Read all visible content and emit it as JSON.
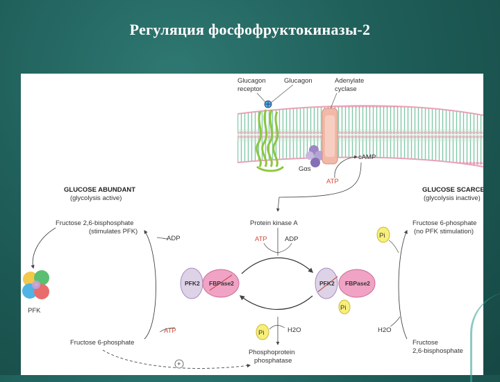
{
  "title": "Регуляция фосфофруктокиназы-2",
  "labels": {
    "glucagon_receptor_1": "Glucagon",
    "glucagon_receptor_2": "receptor",
    "glucagon": "Glucagon",
    "adenylate_cyclase_1": "Adenylate",
    "adenylate_cyclase_2": "cyclase",
    "gas": "Gαs",
    "camp": "cAMP",
    "atp_membrane": "ATP",
    "glucose_abundant": "GLUCOSE ABUNDANT",
    "glycolysis_active": "(glycolysis active)",
    "glucose_scarce": "GLUCOSE SCARCE",
    "glycolysis_inactive": "(glycolysis inactive)",
    "f26bp_left_1": "Fructose 2,6-bisphosphate",
    "f26bp_left_2": "(stimulates PFK)",
    "f6p_right_1": "Fructose 6-phosphate",
    "f6p_right_2": "(no PFK stimulation)",
    "protein_kinase_a": "Protein kinase A",
    "atp_pka": "ATP",
    "adp_pka": "ADP",
    "adp_left": "ADP",
    "atp_left": "ATP",
    "pfk": "PFK",
    "pfk2_left": "PFK2",
    "fbpase2_left": "FBPase2",
    "pfk2_right": "PFK2",
    "fbpase2_right": "FBPase2",
    "pi_top": "Pi",
    "pi_mid": "Pi",
    "pi_bottom": "Pi",
    "h2o": "H2O",
    "h2o_right": "H2O",
    "f6p_left": "Fructose 6-phosphate",
    "phosphoprotein_1": "Phosphoprotein",
    "phosphoprotein_2": "phosphatase",
    "f26bp_right_1": "Fructose",
    "f26bp_right_2": "2,6-bisphosphate",
    "plus_sign": "+"
  },
  "colors": {
    "background": "#1f5e59",
    "membrane": "#7fc9a6",
    "membrane_heads": "#e9a0b8",
    "receptor": "#8dc63f",
    "pfk2": "#ddd2e6",
    "fbpase2": "#f0a3c4",
    "pfk_subunits": [
      "#f2c94c",
      "#4fb3e3",
      "#e86c6c",
      "#5bbf72"
    ],
    "adenylate_cyclase": "#f2b8a8",
    "g_protein": "#9c86c4",
    "phosphate": "#f7ef7a",
    "red_text": "#d84a3a"
  }
}
